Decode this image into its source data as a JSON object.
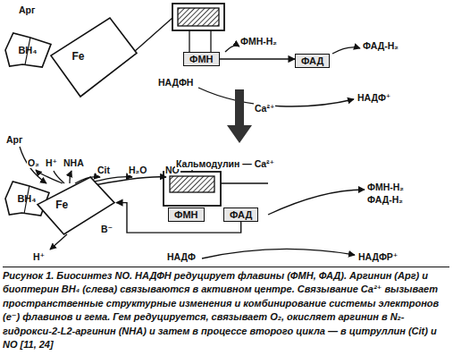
{
  "diagram": {
    "caption": "Рисунок 1. Биосинтез NO. НАДФН редуцирует флавины (ФМН, ФАД). Аргинин (Арг) и биоптерин BH₄ (слева) связываются в активном центре. Связывание Ca²⁺ вызывает пространственные структурные изменения и комбинирование системы электронов (e⁻) флавинов и гема. Гем редуцируется, связывает O₂, окисляет аргинин в N₂-гидрокси-2-L2-аргинин (NHA) и затем в процессе второго цикла — в цитруллин (Cit) и NO [11, 24]",
    "nodes": [
      {
        "text": [
          "BH₄"
        ]
      },
      {
        "text": [
          "Fe"
        ]
      },
      {
        "text": [
          "ФМН"
        ]
      },
      {
        "text": [
          "ФАД"
        ]
      },
      {
        "text": [
          "BH₄"
        ]
      },
      {
        "text": [
          "Fe"
        ]
      },
      {
        "text": [
          "ФМН"
        ]
      },
      {
        "text": [
          "ФАД"
        ]
      }
    ],
    "edges": [
      {
        "from": 2,
        "to": 3,
        "arrow": "to"
      },
      {
        "from": 7,
        "to": 5,
        "arrow": "to"
      }
    ],
    "labels": [
      "Арг",
      "ФМН-Н₂",
      "ФАД-Н₂",
      "НАДФН",
      "НАДФ⁺",
      "Ca²⁺",
      "Арг",
      "O₂",
      "H⁺",
      "NHA",
      "Cit",
      "H₂O",
      "NO",
      "Кальмодулин — Ca²⁺",
      "B⁻",
      "H⁺",
      "ФМН-Н₂",
      "ФАД-Н₂",
      "НАДФ",
      "НАДФР⁺"
    ]
  }
}
